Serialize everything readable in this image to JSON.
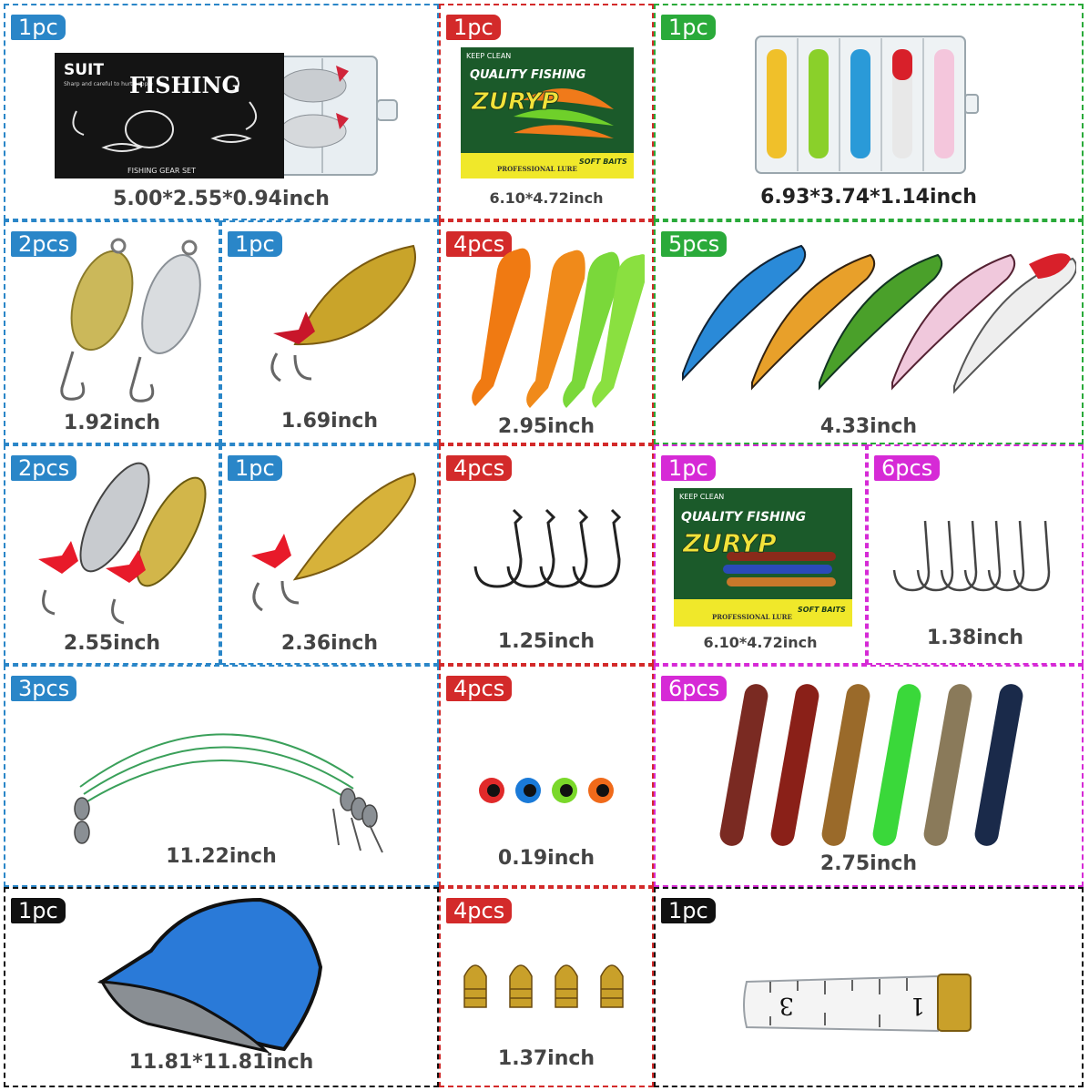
{
  "colors": {
    "blue": "#2a86c8",
    "red": "#d32a2a",
    "green": "#2aaa3a",
    "magenta": "#d62ad6",
    "black": "#111111",
    "caption": "#444444"
  },
  "cells": [
    {
      "badge": "1pc",
      "caption": "5.00*2.55*0.94inch",
      "box_text": {
        "brand": "SUIT",
        "title": "FISHING",
        "sub": "Sharp and careful to hurt people",
        "footer": "FISHING GEAR SET"
      }
    },
    {
      "badge": "1pc",
      "caption": "6.10*4.72inch",
      "pack_text": {
        "top": "KEEP CLEAN",
        "headline": "QUALITY FISHING",
        "brand": "ZURYP",
        "bottom": "PROFESSIONAL LURE",
        "corner": "SOFT BAITS"
      }
    },
    {
      "badge": "1pc",
      "caption": "6.93*3.74*1.14inch"
    },
    {
      "badge": "2pcs",
      "caption": "1.92inch"
    },
    {
      "badge": "1pc",
      "caption": "1.69inch"
    },
    {
      "badge": "4pcs",
      "caption": "2.95inch"
    },
    {
      "badge": "5pcs",
      "caption": "4.33inch"
    },
    {
      "badge": "2pcs",
      "caption": "2.55inch"
    },
    {
      "badge": "1pc",
      "caption": "2.36inch"
    },
    {
      "badge": "4pcs",
      "caption": "1.25inch"
    },
    {
      "badge": "1pc",
      "caption": "6.10*4.72inch",
      "pack_text": {
        "top": "KEEP CLEAN",
        "headline": "QUALITY FISHING",
        "brand": "ZURYP",
        "bottom": "PROFESSIONAL LURE",
        "corner": "SOFT BAITS"
      }
    },
    {
      "badge": "6pcs",
      "caption": "1.38inch"
    },
    {
      "badge": "3pcs",
      "caption": "11.22inch"
    },
    {
      "badge": "4pcs",
      "caption": "0.19inch"
    },
    {
      "badge": "6pcs",
      "caption": "2.75inch"
    },
    {
      "badge": "1pc",
      "caption": "11.81*11.81inch"
    },
    {
      "badge": "4pcs",
      "caption": "1.37inch"
    },
    {
      "badge": "1pc",
      "caption": "",
      "tape_marks": [
        "3",
        "1"
      ]
    }
  ]
}
